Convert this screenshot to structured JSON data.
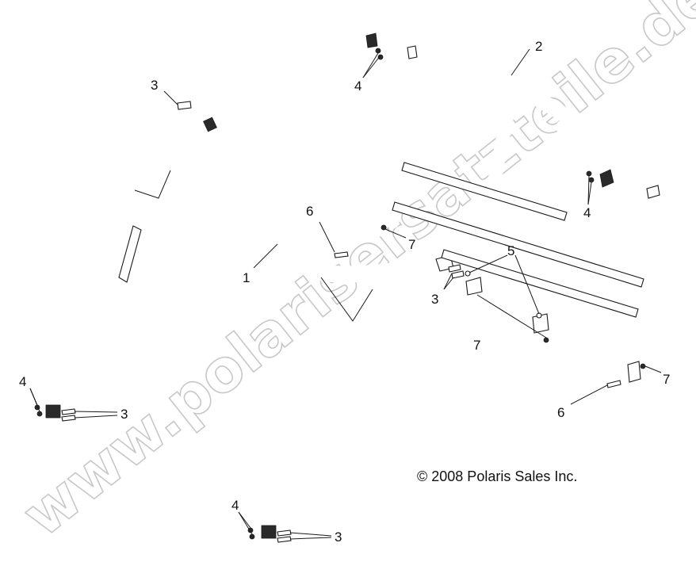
{
  "diagram": {
    "callouts": {
      "c1": "1",
      "c2": "2",
      "c3a": "3",
      "c3b": "3",
      "c3c": "3",
      "c3d": "3",
      "c4a": "4",
      "c4b": "4",
      "c4c": "4",
      "c4d": "4",
      "c5": "5",
      "c6a": "6",
      "c6b": "6",
      "c7a": "7",
      "c7b": "7",
      "c7c": "7"
    },
    "copyright": "© 2008 Polaris Sales Inc.",
    "watermark": "www.polarisersatzteile.de"
  }
}
